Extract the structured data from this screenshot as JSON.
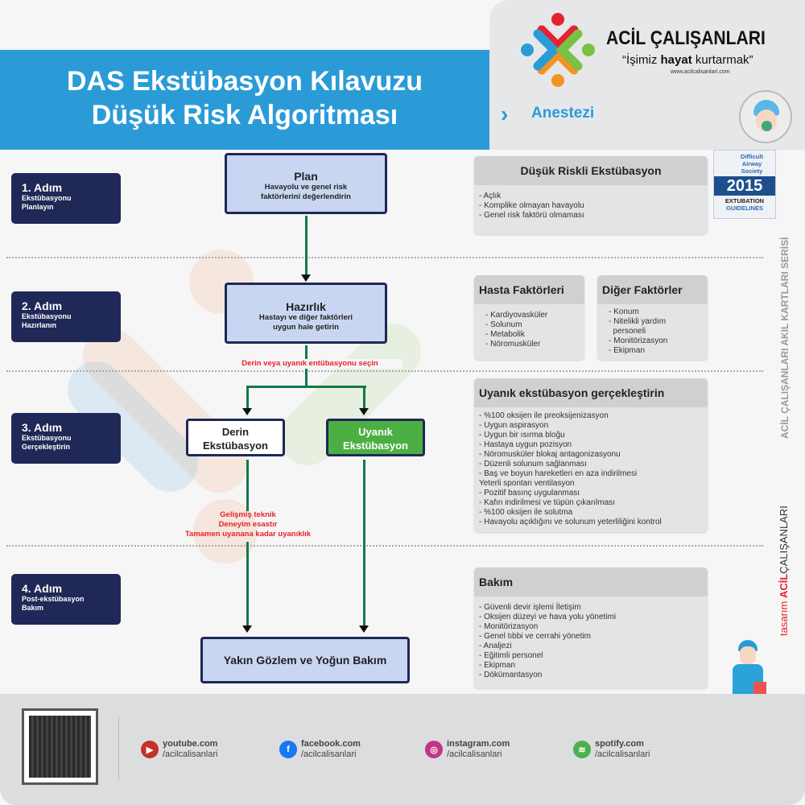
{
  "header": {
    "title_line1": "DAS Ekstübasyon Kılavuzu",
    "title_line2": "Düşük Risk Algoritması",
    "brand": "ACİL ÇALIŞANLARI",
    "slogan_pre": "“İşimiz ",
    "slogan_bold": "hayat",
    "slogan_post": " kurtarmak”",
    "website": "www.acilcalisanlari.com",
    "category": "Anestezi"
  },
  "badge": {
    "line1": "Difficult",
    "line2": "Airway",
    "line3": "Society",
    "year": "2015",
    "line4": "EXTUBATION",
    "line5": "GUIDELINES"
  },
  "steps": [
    {
      "num": "1. Adım",
      "l1": "Ekstübasyonu",
      "l2": "Planlayın"
    },
    {
      "num": "2. Adım",
      "l1": "Ekstübasyonu",
      "l2": "Hazırlanın"
    },
    {
      "num": "3. Adım",
      "l1": "Ekstübasyonu",
      "l2": "Gerçekleştirin"
    },
    {
      "num": "4. Adım",
      "l1": "Post-ekstübasyon",
      "l2": "Bakım"
    }
  ],
  "flow": {
    "plan_title": "Plan",
    "plan_l1": "Havayolu ve genel risk",
    "plan_l2": "faktörlerini değerlendirin",
    "prep_title": "Hazırlık",
    "prep_l1": "Hastayı ve diğer faktörleri",
    "prep_l2": "uygun hale getirin",
    "choose": "Derin veya uyanık entübasyonu seçin",
    "deep_l1": "Derin",
    "deep_l2": "Ekstübasyon",
    "awake_l1": "Uyanık",
    "awake_l2": "Ekstübasyon",
    "deep_notes": [
      "Gelişmiş teknik",
      "Deneyim esastır",
      "Tamamen uyanana kadar uyanıklık"
    ],
    "final": "Yakın Gözlem ve Yoğun Bakım"
  },
  "cards": {
    "low": {
      "title": "Düşük Riskli Ekstübasyon",
      "items": [
        "- Açlık",
        "- Komplike olmayan havayolu",
        "- Genel risk faktörü olmaması"
      ]
    },
    "patient": {
      "title": "Hasta Faktörleri",
      "items": [
        "- Kardiyovasküler",
        "- Solunum",
        "- Metabolik",
        "- Nöromusküler"
      ]
    },
    "other": {
      "title": "Diğer Faktörler",
      "items": [
        "- Konum",
        "- Nitelikli yardım",
        "  personeli",
        "- Monitörizasyon",
        "- Ekipman"
      ]
    },
    "awake": {
      "title": "Uyanık ekstübasyon gerçekleştirin",
      "items": [
        "- %100 oksijen ile preoksijenizasyon",
        "- Uygun aspirasyon",
        "- Uygun bir ısırma bloğu",
        "- Hastaya uygun pozisyon",
        "- Nöromusküler blokaj antagonizasyonu",
        "- Düzenli solunum sağlanması",
        "- Baş ve boyun hareketleri en aza indirilmesi",
        "Yeterli spontan ventilasyon",
        "- Pozitif basınç uygulanması",
        "- Kafın indirilmesi ve tüpün çıkarılması",
        "- %100 oksijen ile solutma",
        "- Havayolu açıklığını ve solunum yeterliliğini kontrol"
      ]
    },
    "care": {
      "title": "Bakım",
      "items": [
        "- Güvenli devir işlemi İletişim",
        "- Oksijen düzeyi ve hava yolu yönetimi",
        "- Monitörizasyon",
        "- Genel tıbbi ve cerrahi yönetim",
        "- Analjezi",
        "- Eğitimli personel",
        "- Ekipman",
        "- Dökümantasyon"
      ]
    }
  },
  "side": {
    "series": "ACİL ÇALIŞANLARI AKIL KARTLARI SERİSİ",
    "design_pre": "tasarım",
    "design_acil": "ACİL",
    "design_rest": "ÇALIŞANLARI"
  },
  "footer": {
    "social": [
      {
        "site": "youtube.com",
        "handle": "/acilcalisanlari",
        "icon": "youtube-icon",
        "color": "#c4302b",
        "glyph": "▶"
      },
      {
        "site": "facebook.com",
        "handle": "/acilcalisanlari",
        "icon": "facebook-icon",
        "color": "#1877f2",
        "glyph": "f"
      },
      {
        "site": "instagram.com",
        "handle": "/acilcalisanlari",
        "icon": "instagram-icon",
        "color": "#c13584",
        "glyph": "◎"
      },
      {
        "site": "spotify.com",
        "handle": "/acilcalisanlari",
        "icon": "spotify-icon",
        "color": "#4caf50",
        "glyph": "≋"
      }
    ]
  }
}
